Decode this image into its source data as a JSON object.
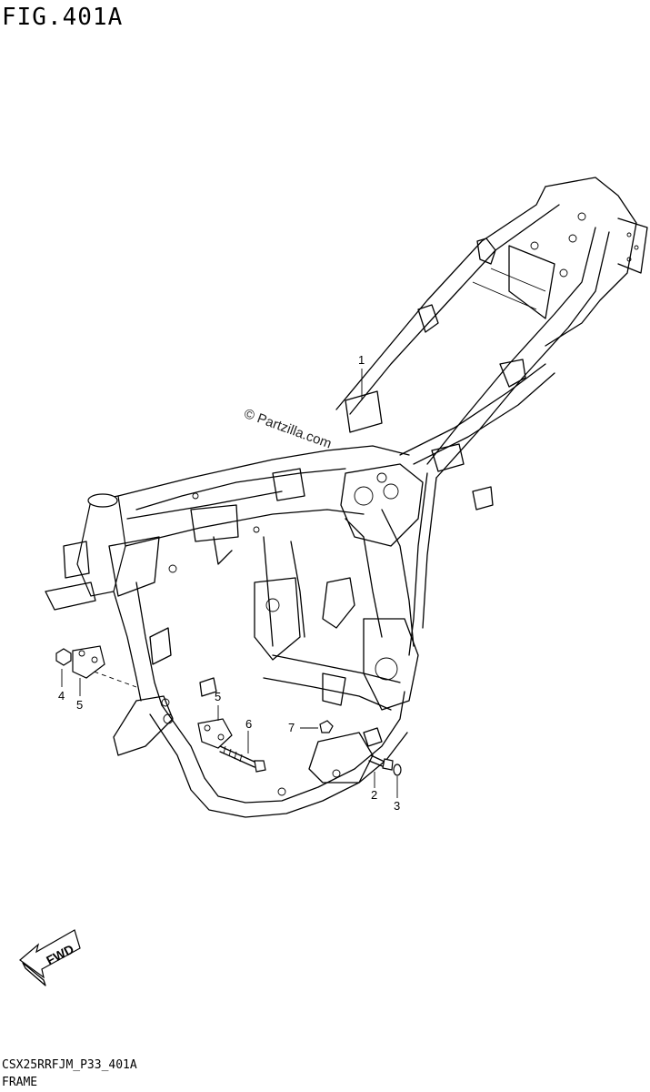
{
  "figure": {
    "title": "FIG.401A",
    "code": "CSX25RRFJM_P33_401A",
    "caption": "FRAME",
    "watermark": "© Partzilla.com",
    "fwd_label": "FWD"
  },
  "callouts": [
    {
      "id": "1",
      "label": "1"
    },
    {
      "id": "2",
      "label": "2"
    },
    {
      "id": "3",
      "label": "3"
    },
    {
      "id": "4",
      "label": "4"
    },
    {
      "id": "5a",
      "label": "5"
    },
    {
      "id": "5b",
      "label": "5"
    },
    {
      "id": "6",
      "label": "6"
    },
    {
      "id": "7",
      "label": "7"
    }
  ]
}
